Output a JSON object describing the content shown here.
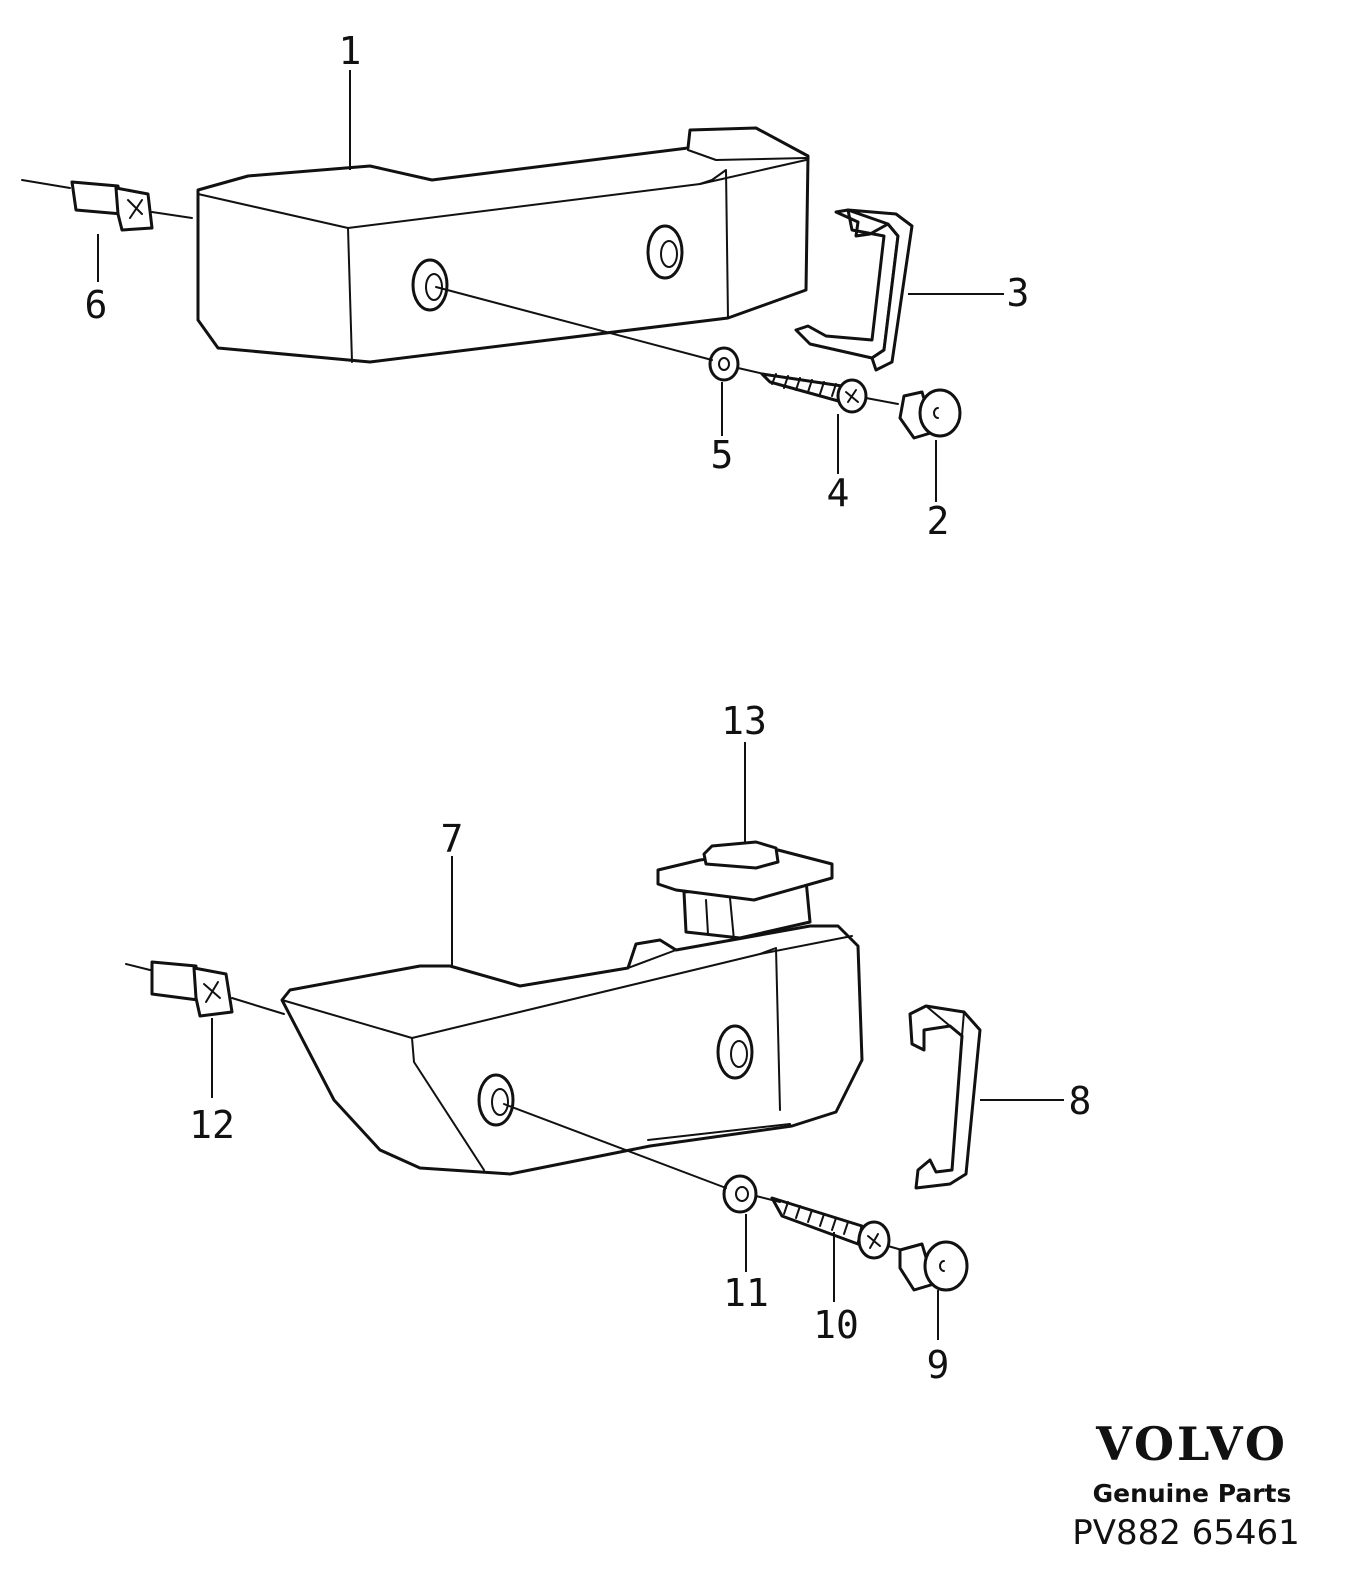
{
  "callouts": {
    "c1": "1",
    "c2": "2",
    "c3": "3",
    "c4": "4",
    "c5": "5",
    "c6": "6",
    "c7": "7",
    "c8": "8",
    "c9": "9",
    "c10": "10",
    "c11": "11",
    "c12": "12",
    "c13": "13"
  },
  "brand": {
    "logo": "VOLVO",
    "tagline": "Genuine Parts",
    "reference": "PV882 65461"
  }
}
